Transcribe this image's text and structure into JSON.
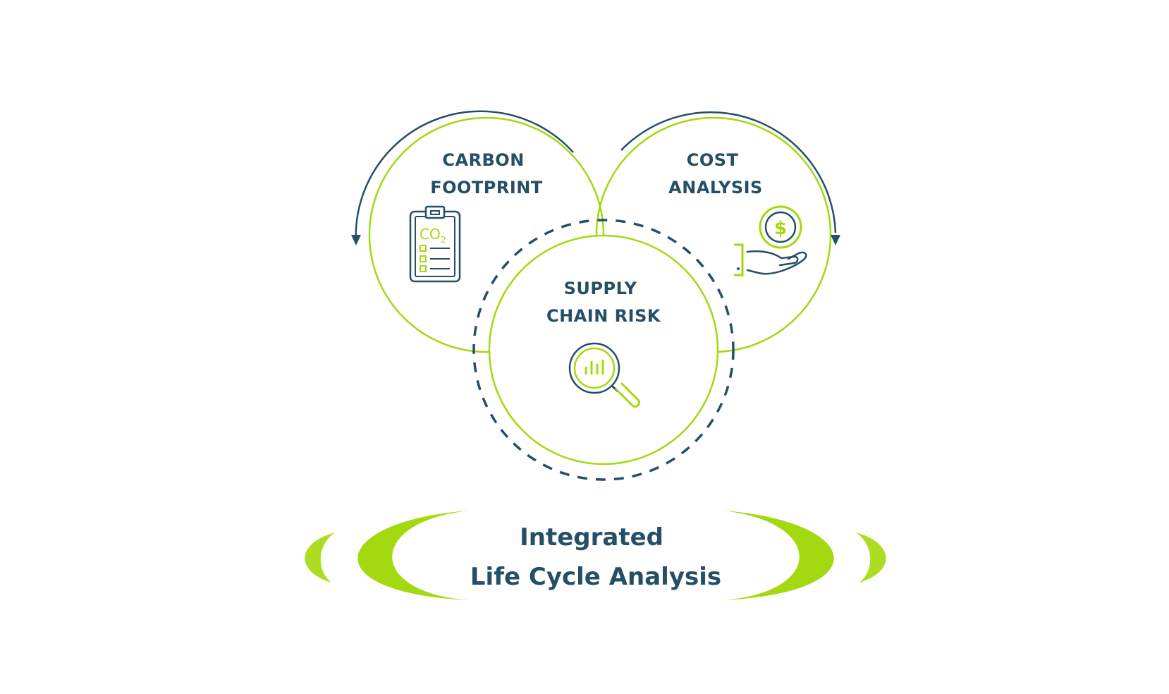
{
  "colors": {
    "navy": "#254f66",
    "lime": "#a4d80f",
    "lime_soft": "#aedc22",
    "background": "#ffffff"
  },
  "circles": {
    "carbon": {
      "line1": "CARBON",
      "line2": "FOOTPRINT",
      "icon": "co2-clipboard-icon"
    },
    "cost": {
      "line1": "COST",
      "line2": "ANALYSIS",
      "icon": "dollar-hand-icon"
    },
    "supply": {
      "line1": "SUPPLY",
      "line2": "CHAIN RISK",
      "icon": "magnifier-chart-icon"
    }
  },
  "title": {
    "line1": "Integrated",
    "line2": "Life Cycle Analysis"
  },
  "icon_text": {
    "co2": "CO",
    "co2_sub": "2",
    "dollar": "$"
  }
}
